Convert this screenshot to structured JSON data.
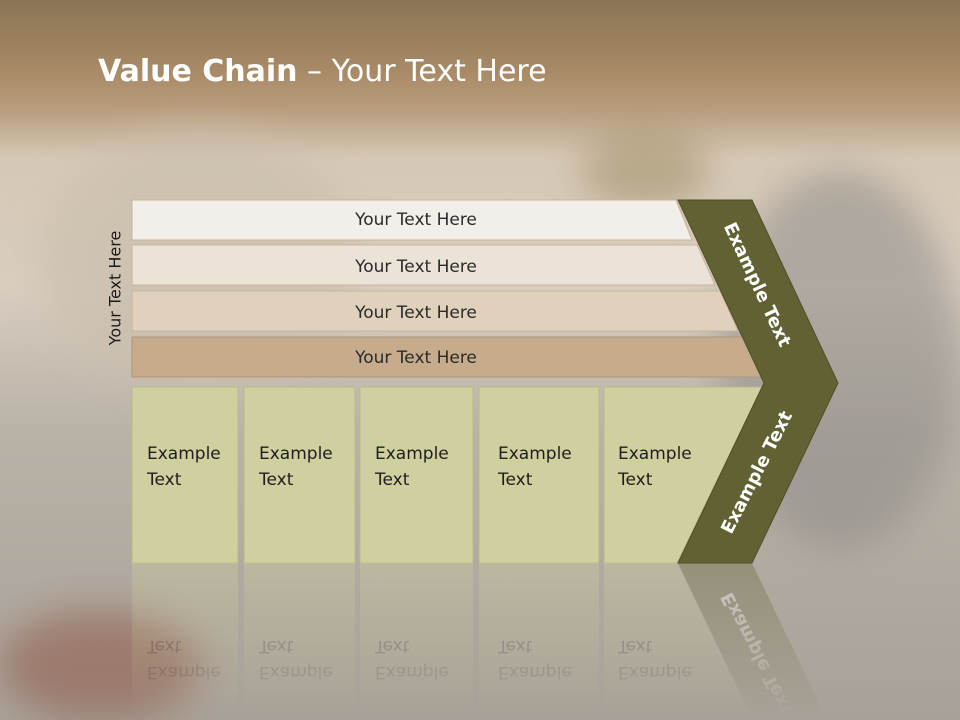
{
  "slide": {
    "title_bold": "Value Chain",
    "title_sep": " – ",
    "title_rest": "Your Text Here",
    "vertical_label": "Your Text Here"
  },
  "rows": [
    {
      "label": "Your Text Here",
      "fill": "#f2efea"
    },
    {
      "label": "Your Text Here",
      "fill": "#ebe3d7"
    },
    {
      "label": "Your Text Here",
      "fill": "#e0d1bd"
    },
    {
      "label": "Your Text Here",
      "fill": "#c7ab8d"
    }
  ],
  "boxes": [
    {
      "line1": "Example",
      "line2": "Text"
    },
    {
      "line1": "Example",
      "line2": "Text"
    },
    {
      "line1": "Example",
      "line2": "Text"
    },
    {
      "line1": "Example",
      "line2": "Text"
    },
    {
      "line1": "Example",
      "line2": "Text"
    }
  ],
  "chevron": {
    "upper_label": "Example Text",
    "lower_label": "Example Text",
    "color": "#616133"
  },
  "colors": {
    "box_fill": "#cfcf9f",
    "box_stroke": "#b8b88a",
    "title": "#ffffff"
  }
}
